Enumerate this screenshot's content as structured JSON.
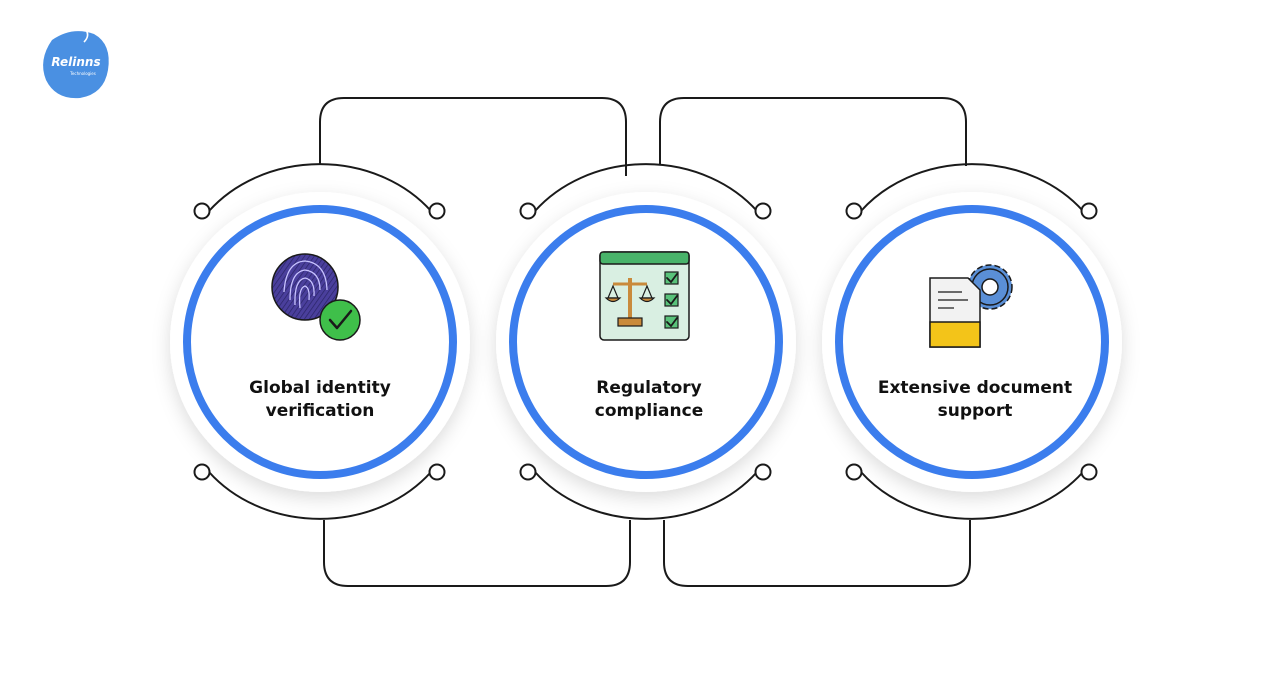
{
  "brand": {
    "name": "Relinns",
    "tagline": "Technologies",
    "color": "#4a90e2"
  },
  "colors": {
    "ring": "#3b7ded",
    "line": "#1a1a1a",
    "text": "#111111"
  },
  "nodes": [
    {
      "label_line1": "Global identity",
      "label_line2": "verification",
      "icon": "fingerprint-check-icon"
    },
    {
      "label_line1": "Regulatory",
      "label_line2": "compliance",
      "icon": "scales-checklist-icon"
    },
    {
      "label_line1": "Extensive document",
      "label_line2": "support",
      "icon": "document-gear-icon"
    }
  ]
}
